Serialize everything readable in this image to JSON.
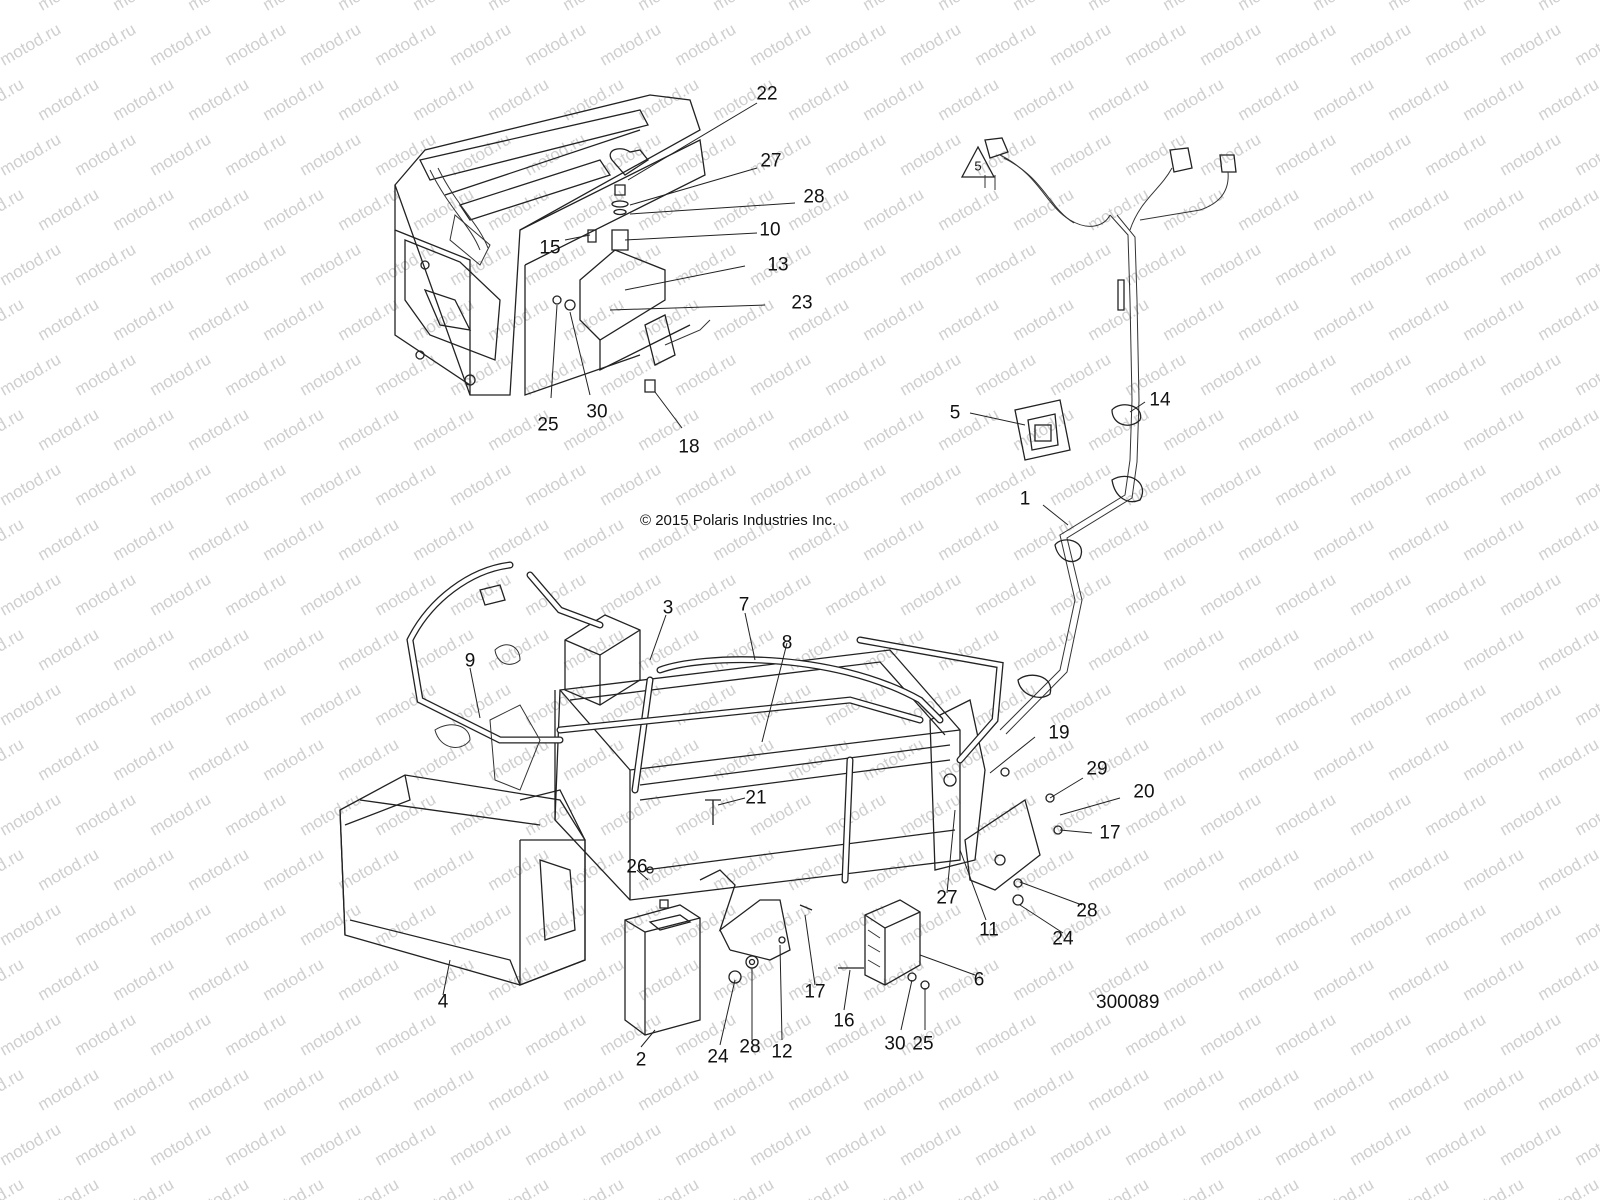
{
  "copyright": "© 2015 Polaris Industries Inc.",
  "diagram_number": "300089",
  "watermark": "motod.ru",
  "warning_symbol": {
    "text": "5",
    "icon": "warning-triangle-icon"
  },
  "callouts": {
    "c22": "22",
    "c27a": "27",
    "c28a": "28",
    "c10": "10",
    "c15": "15",
    "c13": "13",
    "c23": "23",
    "c25a": "25",
    "c30a": "30",
    "c18": "18",
    "c5": "5",
    "c14": "14",
    "c1": "1",
    "c3": "3",
    "c7": "7",
    "c8": "8",
    "c9": "9",
    "c19": "19",
    "c29": "29",
    "c20": "20",
    "c21": "21",
    "c17a": "17",
    "c26": "26",
    "c27b": "27",
    "c28b": "28",
    "c11": "11",
    "c24a": "24",
    "c6": "6",
    "c4": "4",
    "c17b": "17",
    "c16": "16",
    "c30b": "30",
    "c25b": "25",
    "c2": "2",
    "c24b": "24",
    "c28c": "28",
    "c12": "12"
  }
}
